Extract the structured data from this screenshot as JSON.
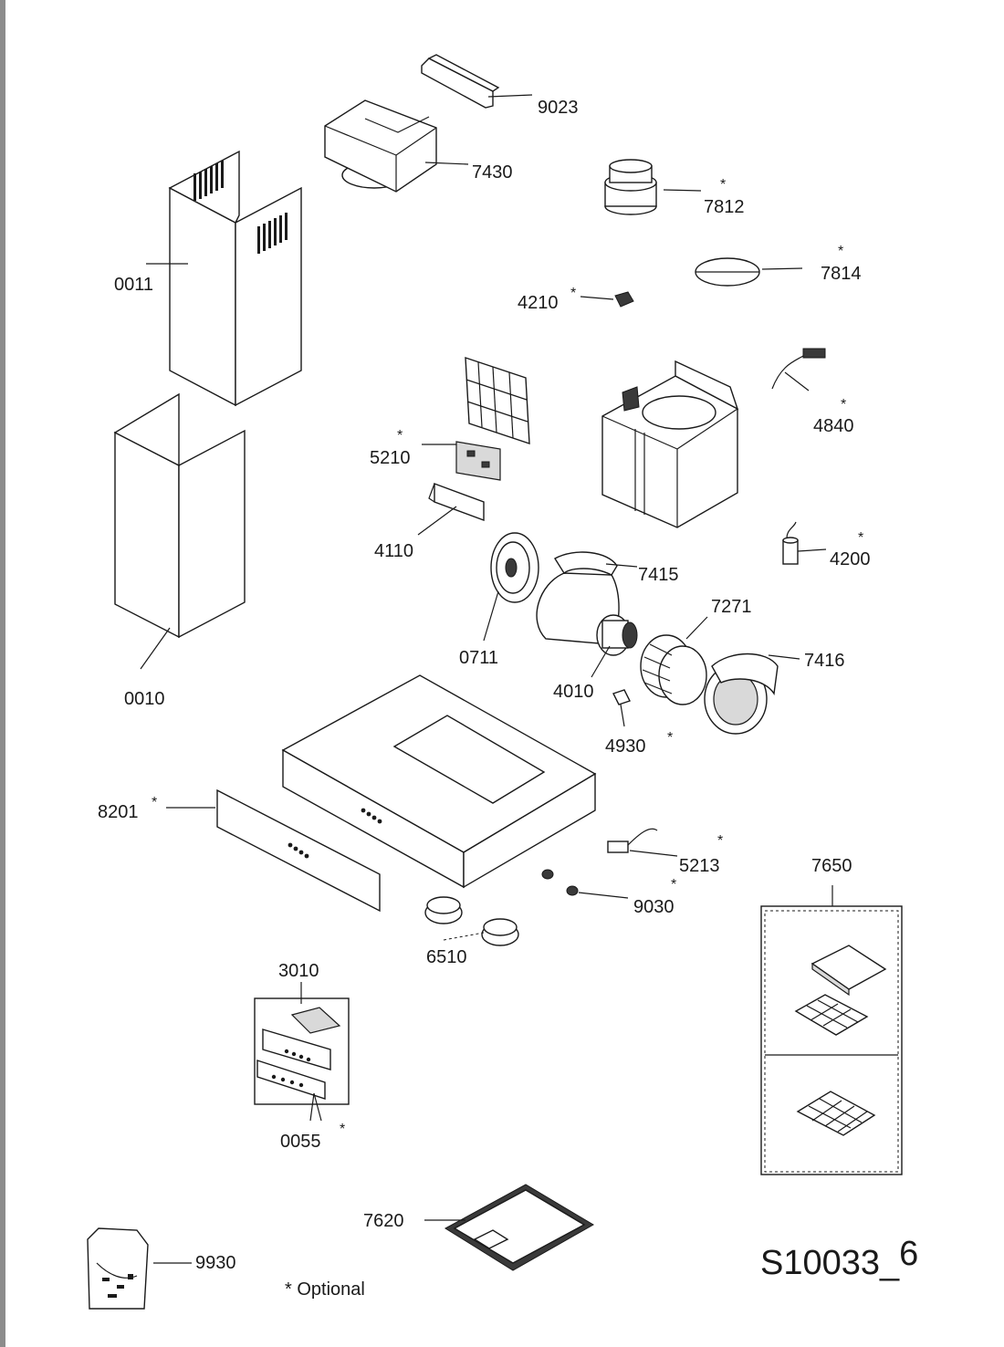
{
  "labels": {
    "p9023": "9023",
    "p7430": "7430",
    "p7812": "7812",
    "p0011": "0011",
    "p7814": "7814",
    "p4210": "4210",
    "p4840": "4840",
    "p5210": "5210",
    "p4110": "4110",
    "p4200": "4200",
    "p7415": "7415",
    "p7271": "7271",
    "p0711": "0711",
    "p7416": "7416",
    "p0010": "0010",
    "p4010": "4010",
    "p4930": "4930",
    "p8201": "8201",
    "p5213": "5213",
    "p7650": "7650",
    "p9030": "9030",
    "p6510": "6510",
    "p3010": "3010",
    "p0055": "0055",
    "p7620": "7620",
    "p9930": "9930"
  },
  "optional_marker": "*",
  "footer": {
    "optional_note": "* Optional",
    "drawing_code_main": "S10033_",
    "drawing_code_suffix": "6"
  },
  "colors": {
    "line": "#1a1a1a",
    "fill": "#ffffff",
    "dark_fill": "#3a3a3a",
    "edge_bar": "#8c8c8c"
  }
}
